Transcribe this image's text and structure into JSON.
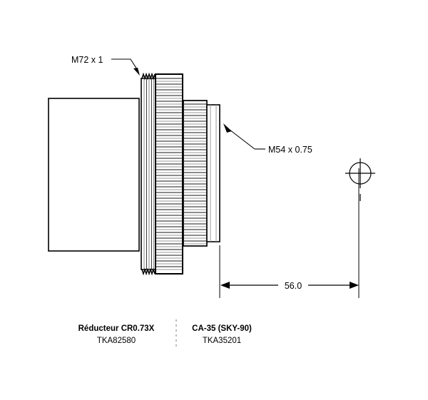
{
  "drawing": {
    "title": "Lens adapter assembly cross-section drawing",
    "background_color": "#ffffff",
    "line_color": "#000000",
    "knurl_light_color": "#9a9a9a",
    "knurl_dark_color": "#1a1a1a"
  },
  "annotations": {
    "thread_top_label": "M72 x 1",
    "thread_right_label": "M54 x 0.75"
  },
  "dimensions": {
    "length_label": "56.0"
  },
  "captions": {
    "left": {
      "name": "Réducteur CR0.73X",
      "part_number": "TKA82580"
    },
    "right": {
      "name": "CA-35 (SKY-90)",
      "part_number": "TKA35201"
    }
  },
  "symbols": {
    "centerline_mark": "center-cross-circle"
  }
}
